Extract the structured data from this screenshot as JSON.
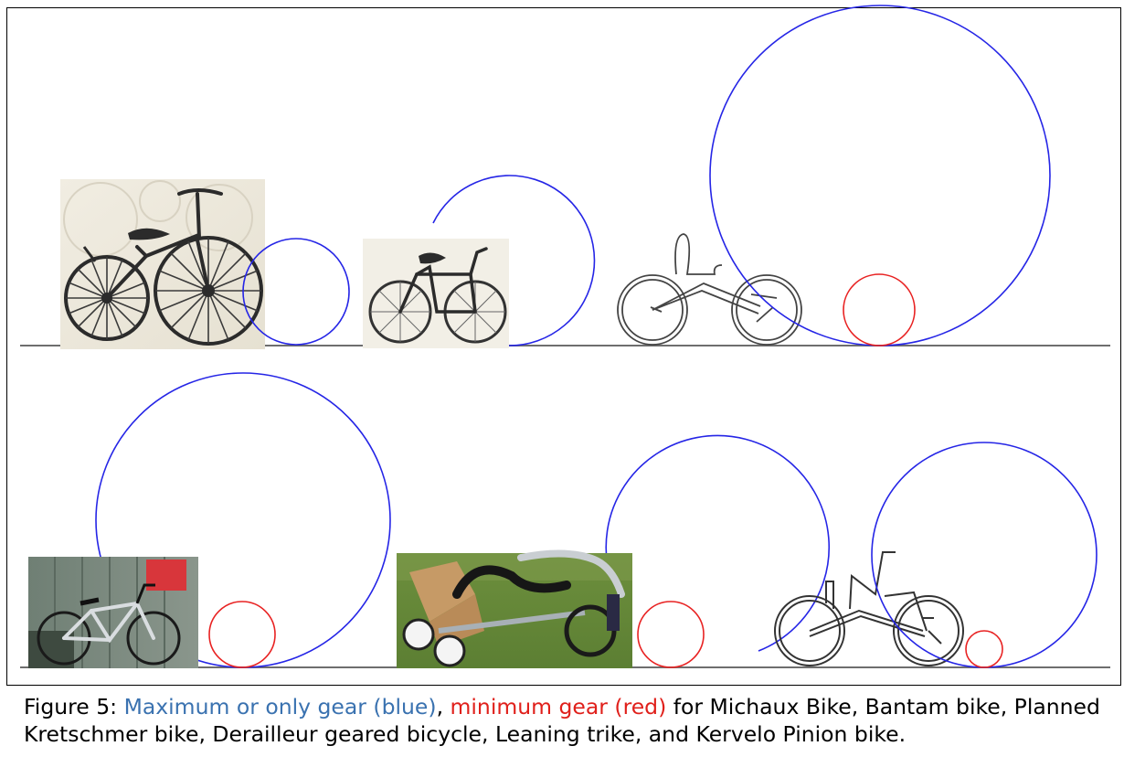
{
  "figure": {
    "rows": [
      {
        "bikes": [
          {
            "name": "Michaux Bike",
            "image": "michaux-velocipede-engraving",
            "circles": [
              {
                "gear": "only",
                "color": "blue",
                "radius": 58
              }
            ]
          },
          {
            "name": "Bantam bike",
            "image": "bantam-bicycle-engraving",
            "circles": [
              {
                "gear": "only",
                "color": "blue",
                "radius": 93
              }
            ]
          },
          {
            "name": "Planned Kretschmer bike",
            "image": "recumbent-trike-line-drawing",
            "circles": [
              {
                "gear": "maximum",
                "color": "blue",
                "radius": 186
              },
              {
                "gear": "minimum",
                "color": "red",
                "radius": 39
              }
            ]
          }
        ]
      },
      {
        "bikes": [
          {
            "name": "Derailleur geared bicycle",
            "image": "derailleur-bike-photo",
            "circles": [
              {
                "gear": "maximum",
                "color": "blue",
                "radius": 161
              },
              {
                "gear": "minimum",
                "color": "red",
                "radius": 36
              }
            ]
          },
          {
            "name": "Leaning trike",
            "image": "leaning-trike-photo",
            "circles": [
              {
                "gear": "maximum",
                "color": "blue",
                "radius": 122
              },
              {
                "gear": "minimum",
                "color": "red",
                "radius": 36
              }
            ]
          },
          {
            "name": "Kervelo Pinion bike",
            "image": "kervelo-recumbent-line-drawing",
            "circles": [
              {
                "gear": "maximum",
                "color": "blue",
                "radius": 123
              },
              {
                "gear": "minimum",
                "color": "red",
                "radius": 20
              }
            ]
          }
        ]
      }
    ],
    "colors": {
      "max_gear": "#2525e6",
      "min_gear": "#e82222",
      "ground": "#6e6e6e"
    }
  },
  "caption": {
    "prefix": "Figure 5:  ",
    "blue_text": "Maximum or only gear (blue)",
    "separator": ", ",
    "red_text": "minimum gear (red)",
    "suffix": " for Michaux Bike, Bantam bike, Planned Kretschmer bike, Derailleur geared bicycle, Leaning trike, and Kervelo Pinion bike."
  }
}
